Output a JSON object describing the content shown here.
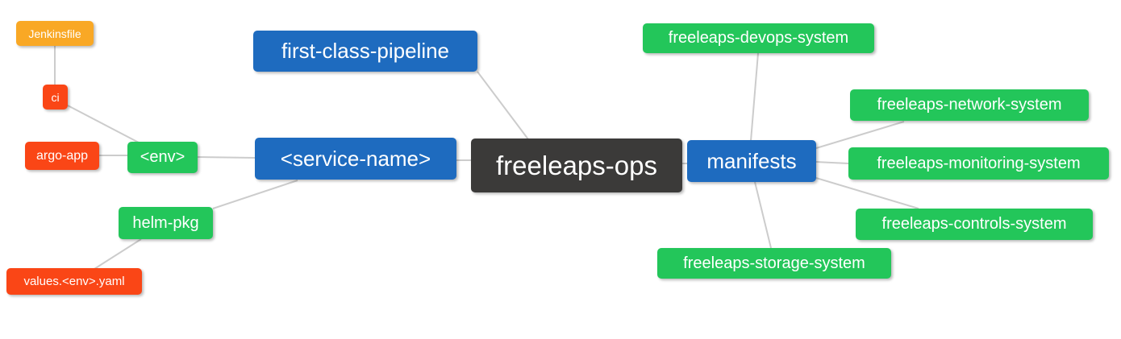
{
  "diagram_title": "freeleaps-ops mind map",
  "colors": {
    "blue": "#1e6bbf",
    "green": "#23c65a",
    "red": "#fa4616",
    "orange": "#f9a825",
    "dark": "#3b3a39",
    "edge": "#cccccc",
    "node_text": "#ffffff",
    "background": "#ffffff"
  },
  "nodes": {
    "jenkinsfile": {
      "label": "Jenkinsfile",
      "color": "#f9a825"
    },
    "ci": {
      "label": "ci",
      "color": "#fa4616"
    },
    "argo_app": {
      "label": "argo-app",
      "color": "#fa4616"
    },
    "env": {
      "label": "<env>",
      "color": "#23c65a"
    },
    "helm_pkg": {
      "label": "helm-pkg",
      "color": "#23c65a"
    },
    "values_env_yaml": {
      "label": "values.<env>.yaml",
      "color": "#fa4616"
    },
    "first_class_pipeline": {
      "label": "first-class-pipeline",
      "color": "#1e6bbf"
    },
    "service_name": {
      "label": "<service-name>",
      "color": "#1e6bbf"
    },
    "freeleaps_ops": {
      "label": "freeleaps-ops",
      "color": "#3b3a39"
    },
    "manifests": {
      "label": "manifests",
      "color": "#1e6bbf"
    },
    "devops_system": {
      "label": "freeleaps-devops-system",
      "color": "#23c65a"
    },
    "network_system": {
      "label": "freeleaps-network-system",
      "color": "#23c65a"
    },
    "monitoring_system": {
      "label": "freeleaps-monitoring-system",
      "color": "#23c65a"
    },
    "controls_system": {
      "label": "freeleaps-controls-system",
      "color": "#23c65a"
    },
    "storage_system": {
      "label": "freeleaps-storage-system",
      "color": "#23c65a"
    }
  },
  "edges": [
    [
      "jenkinsfile",
      "ci"
    ],
    [
      "ci",
      "env"
    ],
    [
      "argo_app",
      "env"
    ],
    [
      "env",
      "service_name"
    ],
    [
      "helm_pkg",
      "service_name"
    ],
    [
      "values_env_yaml",
      "helm_pkg"
    ],
    [
      "service_name",
      "freeleaps_ops"
    ],
    [
      "first_class_pipeline",
      "freeleaps_ops"
    ],
    [
      "freeleaps_ops",
      "manifests"
    ],
    [
      "manifests",
      "devops_system"
    ],
    [
      "manifests",
      "network_system"
    ],
    [
      "manifests",
      "monitoring_system"
    ],
    [
      "manifests",
      "controls_system"
    ],
    [
      "manifests",
      "storage_system"
    ]
  ]
}
